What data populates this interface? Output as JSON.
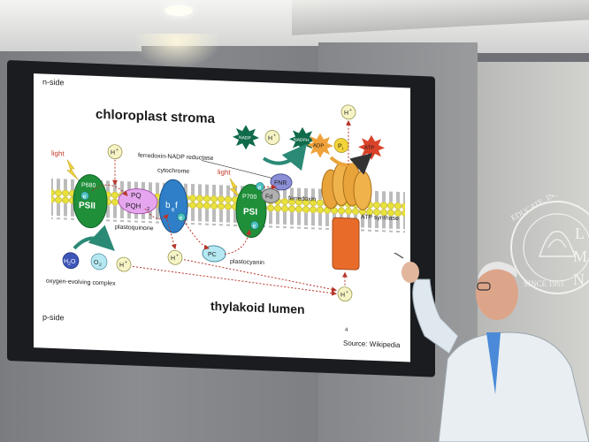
{
  "slide": {
    "title": "chloroplast stroma",
    "bottom_title": "thylakoid lumen",
    "n_side": "n-side",
    "p_side": "p-side",
    "page_number": "4",
    "source": "Source: Wikipedia"
  },
  "labels": {
    "light_left": "light",
    "light_right": "light",
    "p680": "P680",
    "psii": "PSII",
    "pq": "PQ",
    "pqh2": "PQH",
    "pqh2_sub": "2",
    "plastoquinone": "plastoquinone",
    "cytochrome": "cytochrome",
    "b6f": "b",
    "b6f_sub": "6",
    "b6f_f": "f",
    "p700": "P700",
    "psi": "PSI",
    "pc": "PC",
    "plastocyanin": "plastocyanin",
    "fnr": "FNR",
    "fd": "Fd",
    "ferredoxin": "ferredoxin",
    "ferredoxin_nadp_reductase": "ferredoxin-NADP reductase",
    "atp_synthase": "ATP synthase",
    "oxygen_evolving_complex": "oxygen-evolving complex",
    "h2o": "H",
    "h2o_sub": "2",
    "h2o_o": "O",
    "o2": "O",
    "o2_sub": "2",
    "e": "e",
    "h_plus": "H",
    "plus": "+",
    "nadp": "NADP",
    "nadph": "NADPH",
    "adp": "ADP",
    "pi": "P",
    "pi_sub": "i",
    "atp": "ATP"
  },
  "wall": {
    "seal_text": "EDUCATE. INSPIRE. CONNECT.",
    "seal_year": "SINCE 1951",
    "letters": [
      "L",
      "M",
      "N"
    ]
  },
  "colors": {
    "membrane": "#e8e23a",
    "psii": "#1f8f3a",
    "cytochrome": "#2e7fc8",
    "pq": "#e6a6ef",
    "pc": "#b6e8f2",
    "atp_synthase_top": "#e8a33a",
    "atp_synthase_stalk": "#e86b2a",
    "arrow_red": "#b8342a",
    "arrow_teal": "#2b8a76"
  }
}
